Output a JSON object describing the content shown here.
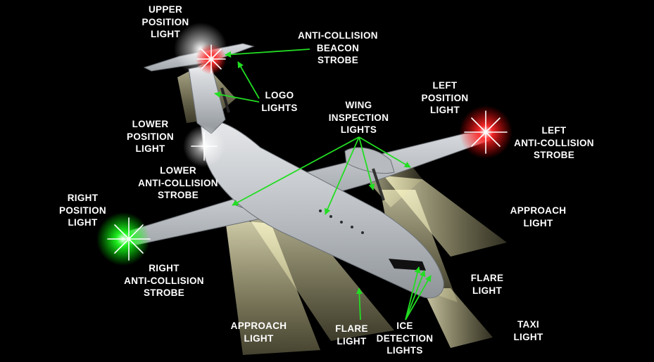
{
  "colors": {
    "background": "#000000",
    "label_text": "#ffffff",
    "leader_line": "#22dd22",
    "beam": "#f5f0b8",
    "fuselage": "#c9ccd0",
    "red_light": "#ff2020",
    "green_light": "#20ff20"
  },
  "labels": {
    "upper_position_light": [
      "UPPER",
      "POSITION",
      "LIGHT"
    ],
    "anti_collision_beacon_strobe": [
      "ANTI-COLLISION",
      "BEACON",
      "STROBE"
    ],
    "logo_lights": [
      "LOGO",
      "LIGHTS"
    ],
    "left_position_light": [
      "LEFT",
      "POSITION",
      "LIGHT"
    ],
    "wing_inspection_lights": [
      "WING",
      "INSPECTION",
      "LIGHTS"
    ],
    "lower_position_light": [
      "LOWER",
      "POSITION",
      "LIGHT"
    ],
    "left_anti_collision_strobe": [
      "LEFT",
      "ANTI-COLLISION",
      "STROBE"
    ],
    "lower_anti_collision_strobe": [
      "LOWER",
      "ANTI-COLLISION",
      "STROBE"
    ],
    "right_position_light": [
      "RIGHT",
      "POSITION",
      "LIGHT"
    ],
    "approach_light_right": [
      "APPROACH",
      "LIGHT"
    ],
    "right_anti_collision_strobe": [
      "RIGHT",
      "ANTI-COLLISION",
      "STROBE"
    ],
    "flare_light_right": [
      "FLARE",
      "LIGHT"
    ],
    "approach_light_bottom": [
      "APPROACH",
      "LIGHT"
    ],
    "flare_light_bottom": [
      "FLARE",
      "LIGHT"
    ],
    "ice_detection_lights": [
      "ICE",
      "DETECTION",
      "LIGHTS"
    ],
    "taxi_light": [
      "TAXI",
      "LIGHT"
    ]
  }
}
